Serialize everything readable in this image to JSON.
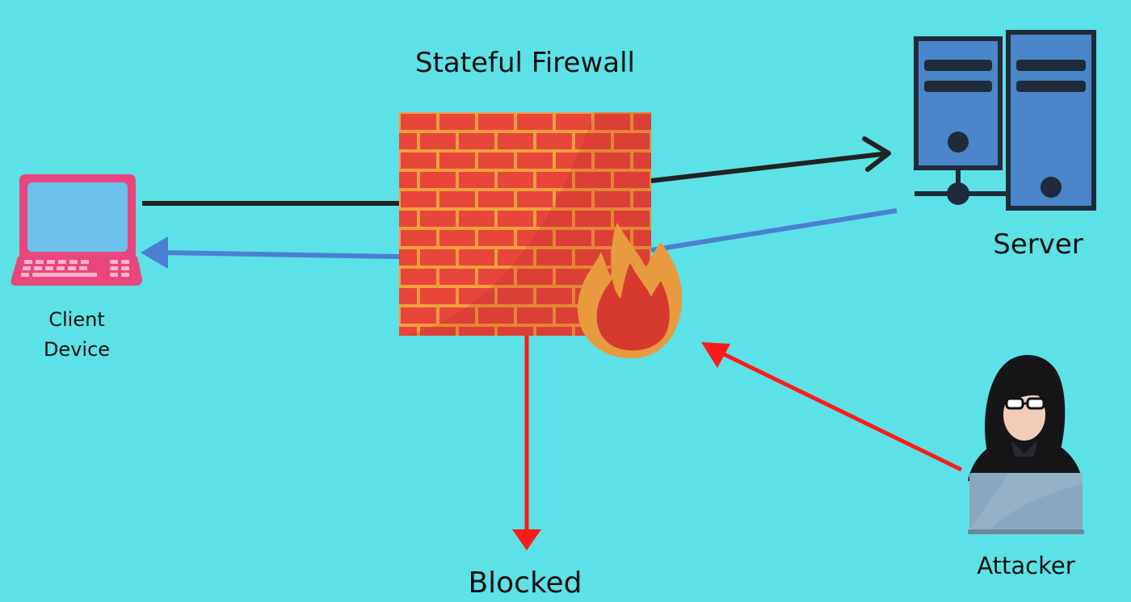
{
  "diagram": {
    "title": "Stateful Firewall",
    "nodes": {
      "client": {
        "label_line1": "Client",
        "label_line2": "Device",
        "icon": "laptop-icon"
      },
      "firewall": {
        "icon": "brick-wall-with-flame-icon"
      },
      "server": {
        "label": "Server",
        "icon": "server-icon"
      },
      "attacker": {
        "label": "Attacker",
        "icon": "hooded-hacker-icon"
      },
      "blocked": {
        "label": "Blocked"
      }
    },
    "edges": [
      {
        "from": "client",
        "to": "server",
        "via": "firewall",
        "color": "#222222"
      },
      {
        "from": "server",
        "to": "client",
        "via": "firewall",
        "color": "#4a7fd1"
      },
      {
        "from": "attacker",
        "to": "firewall",
        "color": "#ff1a1a"
      },
      {
        "from": "firewall",
        "to": "blocked",
        "color": "#ff1a1a"
      }
    ],
    "colors": {
      "background": "#5ce1e6",
      "request_arrow": "#222222",
      "response_arrow": "#4a7fd1",
      "attack_arrow": "#ff1a1a",
      "brick": "#e8463b",
      "mortar": "#f2a03d",
      "laptop": "#e8467c",
      "server": "#4a86c9"
    }
  }
}
